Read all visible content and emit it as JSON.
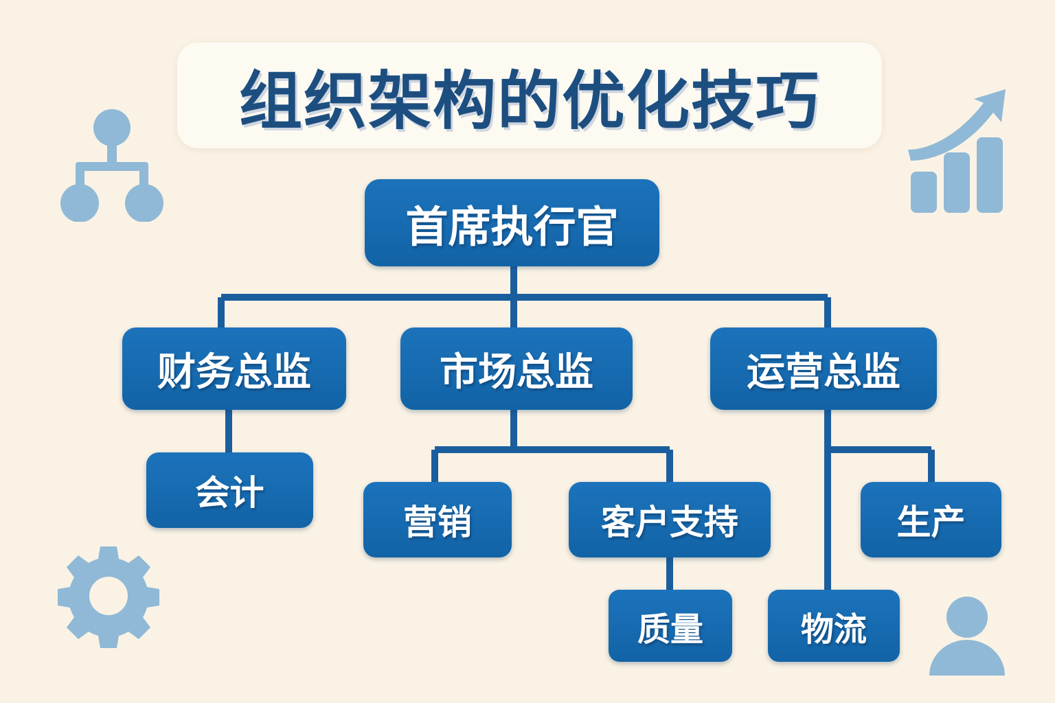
{
  "page": {
    "background_color": "#faf2e4",
    "node_color": "#1668ad",
    "node_text_color": "#ffffff",
    "title_color": "#1d4e80",
    "icon_color": "#8fb9d6",
    "connector_color": "#1a5e9e"
  },
  "title": {
    "text": "组织架构的优化技巧"
  },
  "icons": [
    {
      "name": "hierarchy-icon",
      "label": "hierarchy-icon"
    },
    {
      "name": "growth-chart-icon",
      "label": "growth-chart-icon"
    },
    {
      "name": "gear-icon",
      "label": "gear-icon"
    },
    {
      "name": "person-icon",
      "label": "person-icon"
    }
  ],
  "chart_data": {
    "type": "diagram",
    "diagram_type": "org-chart",
    "title": "组织架构的优化技巧",
    "levels": 4,
    "nodes": [
      {
        "id": "ceo",
        "label": "首席执行官",
        "level": 1,
        "parent": null
      },
      {
        "id": "cfo",
        "label": "财务总监",
        "level": 2,
        "parent": "ceo"
      },
      {
        "id": "cmo",
        "label": "市场总监",
        "level": 2,
        "parent": "ceo"
      },
      {
        "id": "coo",
        "label": "运营总监",
        "level": 2,
        "parent": "ceo"
      },
      {
        "id": "accounting",
        "label": "会计",
        "level": 3,
        "parent": "cfo"
      },
      {
        "id": "sales",
        "label": "营销",
        "level": 3,
        "parent": "cmo"
      },
      {
        "id": "support",
        "label": "客户支持",
        "level": 3,
        "parent": "cmo"
      },
      {
        "id": "production",
        "label": "生产",
        "level": 3,
        "parent": "coo"
      },
      {
        "id": "quality",
        "label": "质量",
        "level": 4,
        "parent": "support"
      },
      {
        "id": "logistics",
        "label": "物流",
        "level": 4,
        "parent": "coo"
      }
    ],
    "edges": [
      {
        "from": "ceo",
        "to": "cfo"
      },
      {
        "from": "ceo",
        "to": "cmo"
      },
      {
        "from": "ceo",
        "to": "coo"
      },
      {
        "from": "cfo",
        "to": "accounting"
      },
      {
        "from": "cmo",
        "to": "sales"
      },
      {
        "from": "cmo",
        "to": "support"
      },
      {
        "from": "coo",
        "to": "production"
      },
      {
        "from": "support",
        "to": "quality"
      },
      {
        "from": "coo",
        "to": "logistics"
      }
    ]
  },
  "nodes": {
    "ceo": "首席执行官",
    "cfo": "财务总监",
    "cmo": "市场总监",
    "coo": "运营总监",
    "accounting": "会计",
    "sales": "营销",
    "support": "客户支持",
    "production": "生产",
    "quality": "质量",
    "logistics": "物流"
  }
}
